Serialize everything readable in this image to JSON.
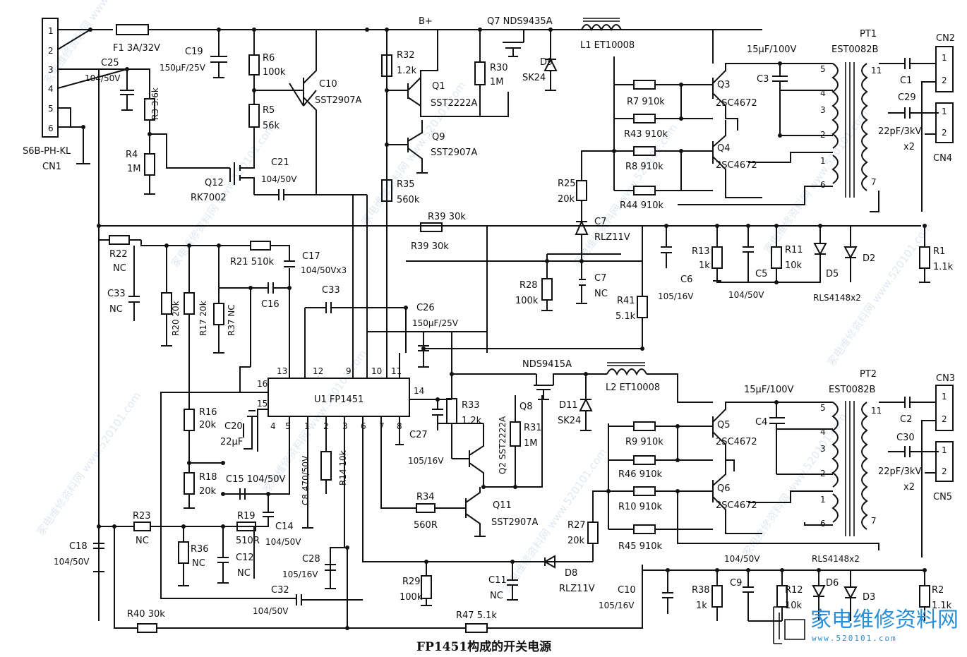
{
  "title": "FP1451构成的开关电源",
  "logo": {
    "text": "家电维修资料网",
    "url": "www.520101.com"
  },
  "watermark": "家电维修资料网 www.520101.com",
  "connectors": {
    "cn1": {
      "ref": "CN1",
      "part": "S6B-PH-KL",
      "pins": [
        "1",
        "2",
        "3",
        "4",
        "5",
        "6"
      ]
    },
    "cn2": {
      "ref": "CN2",
      "pins": [
        "1",
        "2"
      ]
    },
    "cn3": {
      "ref": "CN3",
      "pins": [
        "1",
        "2"
      ]
    },
    "cn4": {
      "ref": "CN4",
      "pins": [
        "1",
        "2"
      ]
    },
    "cn5": {
      "ref": "CN5",
      "pins": [
        "1",
        "2"
      ]
    }
  },
  "ic": {
    "label": "U1  FP1451",
    "pins": [
      "13",
      "12",
      "9",
      "10",
      "11",
      "16",
      "15",
      "14",
      "4",
      "5",
      "1",
      "2",
      "3",
      "6",
      "7",
      "8"
    ]
  },
  "transformers": {
    "pt1": {
      "ref": "PT1",
      "part": "EST0082B",
      "pins": [
        "5",
        "4",
        "3",
        "2",
        "1",
        "6",
        "11",
        "7"
      ],
      "cap": "15μF/100V"
    },
    "pt2": {
      "ref": "PT2",
      "part": "EST0082B",
      "pins": [
        "5",
        "4",
        "3",
        "2",
        "1",
        "6",
        "11",
        "7"
      ],
      "cap": "15μF/100V"
    }
  },
  "inductors": {
    "l1": "L1  ET10008",
    "l2": "L2  ET10008"
  },
  "mosfets": {
    "q7": "Q7  NDS9435A",
    "q8a": "NDS9415A",
    "q8b": "Q8",
    "q12": "Q12",
    "q12p": "RK7002"
  },
  "transistors": {
    "q1": "Q1",
    "q1p": "SST2222A",
    "q9": "Q9",
    "q9p": "SST2907A",
    "q2": "Q2  SST2222A",
    "q11": "Q11",
    "q11p": "SST2907A",
    "c10": "C10",
    "c10p": "SST2907A",
    "q3": "Q3",
    "q3p": "2SC4672",
    "q4": "Q4",
    "q4p": "2SC4672",
    "q5": "Q5",
    "q5p": "2SC4672",
    "q6": "Q6",
    "q6p": "2SC4672"
  },
  "diodes": {
    "d9": "D9",
    "d9p": "SK24",
    "d11": "D11",
    "d11p": "SK24",
    "c7z": "C7",
    "c7zp": "RLZ11V",
    "d8": "D8",
    "d8p": "RLZ11V",
    "d5": "D5",
    "d2": "D2",
    "d5p": "RLS4148x2",
    "d6": "D6",
    "d3": "D3",
    "d6p": "RLS4148x2"
  },
  "resistors": {
    "r3": "R3  3.6k",
    "r4": "R4",
    "r4v": "1M",
    "r6": "R6",
    "r6v": "100k",
    "r5": "R5",
    "r5v": "56k",
    "r32": "R32",
    "r32v": "1.2k",
    "r30": "R30",
    "r30v": "1M",
    "r35": "R35",
    "r35v": "560k",
    "r39": "R39  30k",
    "r22": "R22",
    "r22v": "NC",
    "r21": "R21  510k",
    "r20": "R20  20k",
    "r17": "R17  20k",
    "r37": "R37  NC",
    "r16": "R16",
    "r16v": "20k",
    "r18": "R18",
    "r18v": "20k",
    "r23": "R23",
    "r23v": "NC",
    "r36": "R36",
    "r36v": "NC",
    "r19": "R19",
    "r19v": "510R",
    "r14": "R14  10k",
    "r33": "R33",
    "r33v": "1.2k",
    "r31": "R31",
    "r31v": "1M",
    "r34": "R34",
    "r34v": "560R",
    "r29": "R29",
    "r29v": "100k",
    "r40": "R40  30k",
    "r47": "R47  5.1k",
    "r25": "R25",
    "r25v": "20k",
    "r28": "R28",
    "r28v": "100k",
    "r41": "R41",
    "r41v": "5.1k",
    "r13": "R13",
    "r13v": "1k",
    "r11": "R11",
    "r11v": "10k",
    "r1": "R1",
    "r1v": "1.1k",
    "r27": "R27",
    "r27v": "20k",
    "r38": "R38",
    "r38v": "1k",
    "r12": "R12",
    "r12v": "10k",
    "r2": "R2",
    "r2v": "1.1k",
    "r7": "R7  910k",
    "r43": "R43  910k",
    "r8": "R8  910k",
    "r44": "R44  910k",
    "r9": "R9  910k",
    "r46": "R46  910k",
    "r10": "R10  910k",
    "r45": "R45  910k"
  },
  "capacitors": {
    "f1": "F1  3A/32V",
    "c25": "C25",
    "c25v": "104/50V",
    "c19": "C19",
    "c19v": "150μF/25V",
    "c21": "C21",
    "c21v": "104/50V",
    "c17": "C17",
    "c17v": "104/50Vx3",
    "c33a": "C33",
    "c33av": "NC",
    "c33b": "C33",
    "c16": "C16",
    "c26": "C26",
    "c26v": "150μF/25V",
    "c20": "C20",
    "c20v": "22μF",
    "c15": "C15  104/50V",
    "c8": "C8  470/50V",
    "c14": "C14",
    "c14v": "104/50V",
    "c12": "C12",
    "c12v": "NC",
    "c18": "C18",
    "c18v": "104/50V",
    "c28": "C28",
    "c28v": "105/16V",
    "c32": "C32",
    "c32v": "104/50V",
    "c27": "C27",
    "c27v": "105/16V",
    "c11": "C11",
    "c11v": "NC",
    "c7": "C7",
    "c7v": "NC",
    "c6": "C6",
    "c6v": "105/16V",
    "c5": "C5",
    "c5v": "104/50V",
    "c10": "C10",
    "c10v": "105/16V",
    "c9": "C9",
    "c9v": "104/50V",
    "c3": "C3",
    "c4": "C4",
    "c1": "C1",
    "c29": "C29",
    "c2": "C2",
    "c30": "C30",
    "hv1": "22pF/3kV",
    "hv1x": "x2",
    "hv2": "22pF/3kV",
    "hv2x": "x2"
  },
  "nodes": {
    "bplus": "B+"
  }
}
